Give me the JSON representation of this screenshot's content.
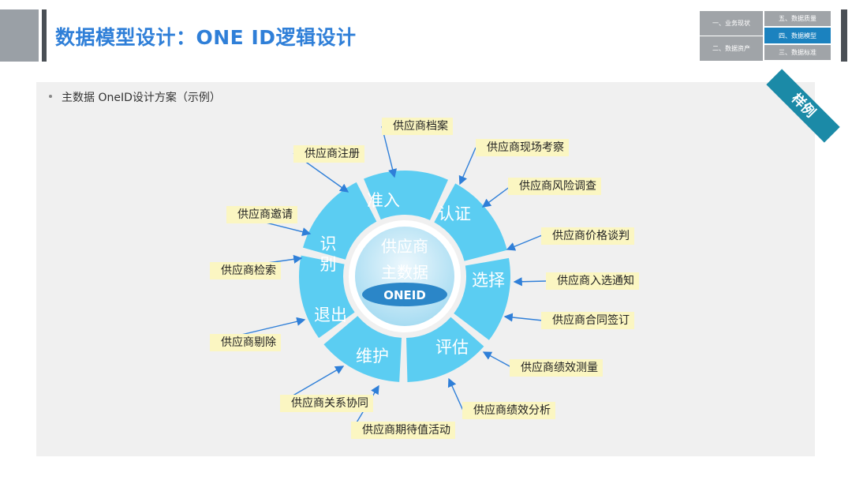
{
  "header": {
    "title": "数据模型设计：ONE ID逻辑设计",
    "nav": {
      "item1": "一、业务现状",
      "item2": "二、数据资产",
      "item3": "五、数据质量",
      "item4": "四、数据模型",
      "item5": "三、数据标准"
    },
    "active_color": "#1b82bf",
    "inactive_color": "#a0a4a8"
  },
  "content": {
    "bullet": "主数据 OneID设计方案（示例）",
    "sample_tag": "样例"
  },
  "diagram": {
    "center": {
      "line1": "供应商",
      "line2": "主数据",
      "badge": "ONEID"
    },
    "segments": {
      "s1": "准入",
      "s2": "认证",
      "s3": "选择",
      "s4": "评估",
      "s5": "维护",
      "s6": "退出",
      "s7a": "识",
      "s7b": "别"
    },
    "labels": {
      "l1": "供应商档案",
      "l2": "供应商注册",
      "l3": "供应商现场考察",
      "l4": "供应商风险调查",
      "l5": "供应商邀请",
      "l6": "供应商价格谈判",
      "l7": "供应商检索",
      "l8": "供应商入选通知",
      "l9": "供应商合同签订",
      "l10": "供应商剔除",
      "l11": "供应商绩效测量",
      "l12": "供应商关系协同",
      "l13": "供应商绩效分析",
      "l14": "供应商期待值活动"
    },
    "colors": {
      "segment": "#5bcdf2",
      "arrow": "#2f7fd8",
      "label_bg": "#fbf6c2"
    }
  }
}
